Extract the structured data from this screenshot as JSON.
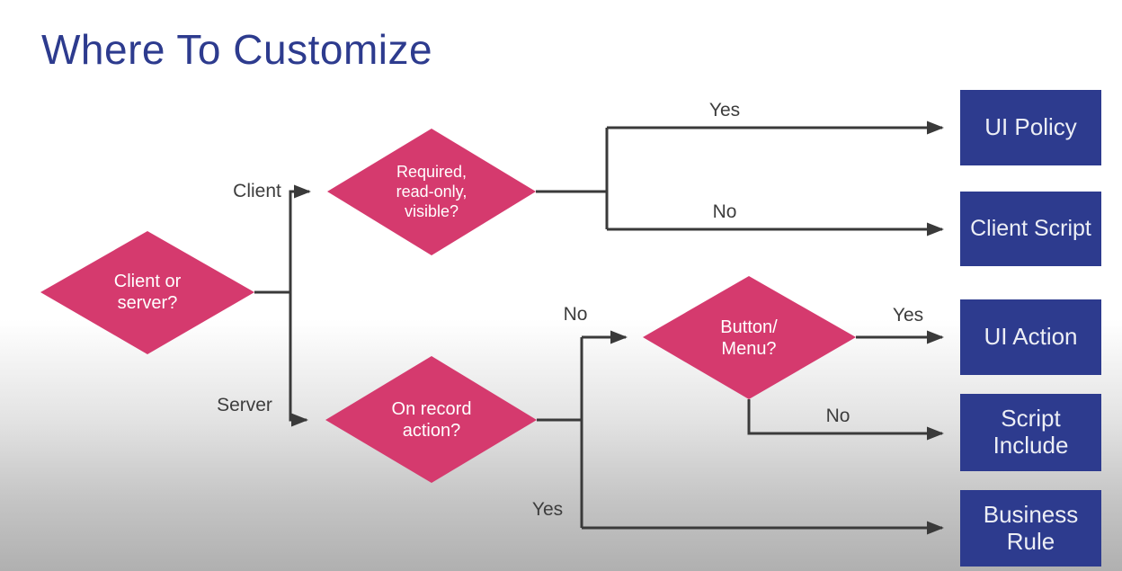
{
  "title": "Where To Customize",
  "palette": {
    "accent_pink": "#d53a6e",
    "accent_blue": "#2d3b8e",
    "connector_line": "#3a3a3a",
    "label_text": "#3d3d3d",
    "background_top": "#ffffff",
    "background_bottom": "#b0b0b0",
    "node_text": "#ffffff"
  },
  "decisions": {
    "client_or_server": {
      "label": "Client or\nserver?"
    },
    "required_read_only_visible": {
      "label": "Required,\nread-only,\nvisible?"
    },
    "on_record_action": {
      "label": "On record\naction?"
    },
    "button_menu": {
      "label": "Button/\nMenu?"
    }
  },
  "outcomes": {
    "ui_policy": {
      "label": "UI Policy"
    },
    "client_script": {
      "label": "Client Script"
    },
    "ui_action": {
      "label": "UI Action"
    },
    "script_include": {
      "label": "Script\nInclude"
    },
    "business_rule": {
      "label": "Business\nRule"
    }
  },
  "edges": {
    "client": {
      "label": "Client",
      "from": "client_or_server",
      "to": "required_read_only_visible"
    },
    "server": {
      "label": "Server",
      "from": "client_or_server",
      "to": "on_record_action"
    },
    "required_yes": {
      "label": "Yes",
      "from": "required_read_only_visible",
      "to": "ui_policy"
    },
    "required_no": {
      "label": "No",
      "from": "required_read_only_visible",
      "to": "client_script"
    },
    "on_record_no": {
      "label": "No",
      "from": "on_record_action",
      "to": "button_menu"
    },
    "on_record_yes": {
      "label": "Yes",
      "from": "on_record_action",
      "to": "business_rule"
    },
    "button_menu_yes": {
      "label": "Yes",
      "from": "button_menu",
      "to": "ui_action"
    },
    "button_menu_no": {
      "label": "No",
      "from": "button_menu",
      "to": "script_include"
    }
  }
}
